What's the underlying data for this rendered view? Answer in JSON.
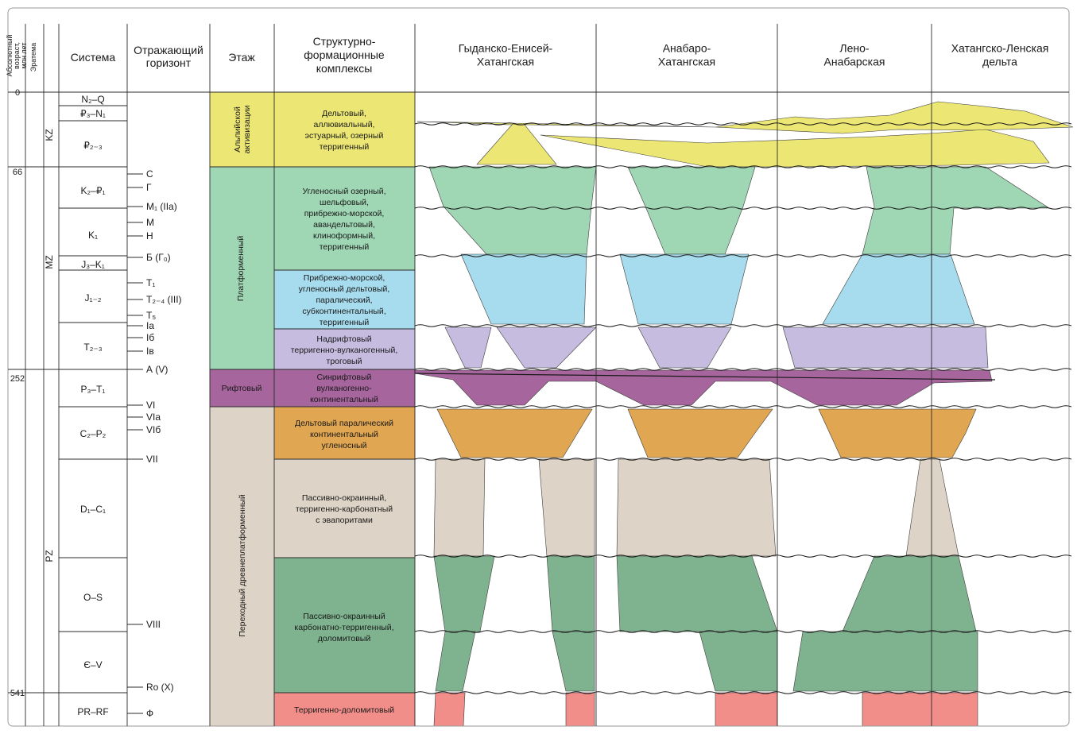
{
  "headers": {
    "age": [
      "Абсолютный",
      "возраст,",
      "млн лет"
    ],
    "eratheme": "Эратема",
    "system": "Система",
    "horizon": [
      "Отражающий",
      "горизонт"
    ],
    "stage": "Этаж",
    "complexes": [
      "Структурно-",
      "формационные",
      "комплексы"
    ],
    "regions": [
      [
        "Гыданско-Енисей-",
        "Хатангская"
      ],
      [
        "Анабаро-",
        "Хатангская"
      ],
      [
        "Лено-",
        "Анабарская"
      ],
      [
        "Хатангско-Ленская",
        "дельта"
      ]
    ]
  },
  "ages": [
    "0",
    "66",
    "252",
    "541"
  ],
  "erathems": [
    "KZ",
    "MZ",
    "PZ"
  ],
  "systems": [
    "N₂–Q",
    "₽₃–N₁",
    "₽₂₋₃",
    "K₂–₽₁",
    "K₁",
    "J₃–K₁",
    "J₁₋₂",
    "T₂₋₃",
    "P₃–T₁",
    "C₂–P₂",
    "D₁–C₁",
    "O–S",
    "Є–V",
    "PR–RF"
  ],
  "horizons": [
    "С",
    "Г",
    "М₁ (IIa)",
    "М",
    "Н",
    "Б (Г₀)",
    "Т₁",
    "Т₂₋₄ (III)",
    "Т₅",
    "Ia",
    "Iб",
    "Iв",
    "А (V)",
    "VI",
    "VIa",
    "VIб",
    "VII",
    "VIII",
    "Ro (X)",
    "Ф"
  ],
  "stages": {
    "alpine": [
      "Альпийской",
      "активизации"
    ],
    "platform": "Платформенный",
    "rift": "Рифтовый",
    "transitional": "Переходный древнеплатформенный"
  },
  "complexes": [
    [
      "Дельтовый,",
      "аллювиальный,",
      "эстуарный, озерный",
      "терригенный"
    ],
    [
      "Угленосный озерный,",
      "шельфовый,",
      "прибрежно-морской,",
      "авандельтовый,",
      "клиноформный,",
      "терригенный"
    ],
    [
      "Прибрежно-морской,",
      "угленосный дельтовый,",
      "паралический,",
      "субконтинентальный,",
      "терригенный"
    ],
    [
      "Надрифтовый",
      "терригенно-вулканогенный,",
      "троговый"
    ],
    [
      "Синрифтовый",
      "вулканогенно-",
      "континентальный"
    ],
    [
      "Дельтовый паралический",
      "континентальный",
      "угленосный"
    ],
    [
      "Пассивно-окраинный,",
      "терригенно-карбонатный",
      "с эвапоритами"
    ],
    [
      "Пассивно-окраинный",
      "карбонатно-терригенный,",
      "доломитовый"
    ],
    [
      "Терригенно-доломитовый"
    ]
  ],
  "colors": {
    "kz": "#ece774",
    "platform_upper": "#9fd6b4",
    "platform_middle": "#a7dcee",
    "platform_lower": "#c5bce0",
    "rift": "#a6659c",
    "delta_paleozoic": "#e1a651",
    "passive_evaporite": "#ddd3c6",
    "passive_carbonate": "#7fb38f",
    "terrigenous_dolomite": "#f28e8a",
    "stage_platform": "#9fd6b4",
    "stage_transitional": "#ddd3c6"
  }
}
